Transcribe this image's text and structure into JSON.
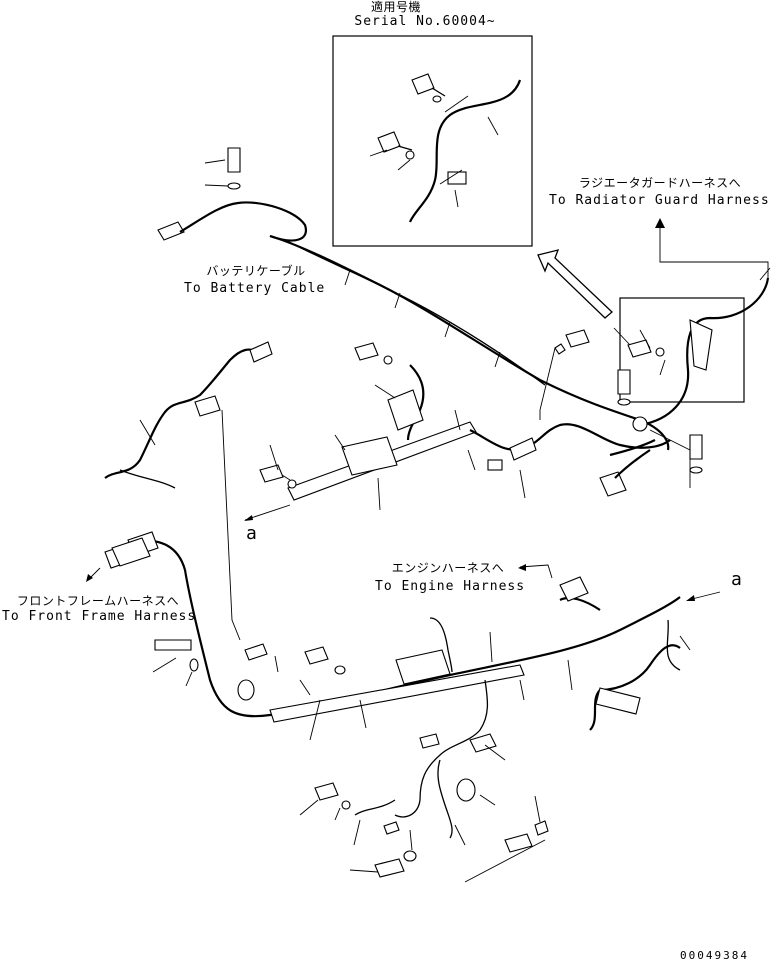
{
  "inset": {
    "title_jp": "適用号機",
    "serial": "Serial No.60004~"
  },
  "labels": {
    "radiator_jp": "ラジエータガードハーネスへ",
    "radiator_en": "To Radiator Guard Harness",
    "battery_jp": "バッテリケーブル",
    "battery_en": "To Battery Cable",
    "engine_jp": "エンジンハーネスへ",
    "engine_en": "To Engine Harness",
    "front_jp": "フロントフレームハーネスへ",
    "front_en": "To Front Frame Harness",
    "ref_a_1": "a",
    "ref_a_2": "a",
    "doc_id": "00049384"
  },
  "icons": [
    "bolt-icon",
    "washer-icon",
    "clamp-icon",
    "connector-icon",
    "arrow-icon"
  ]
}
